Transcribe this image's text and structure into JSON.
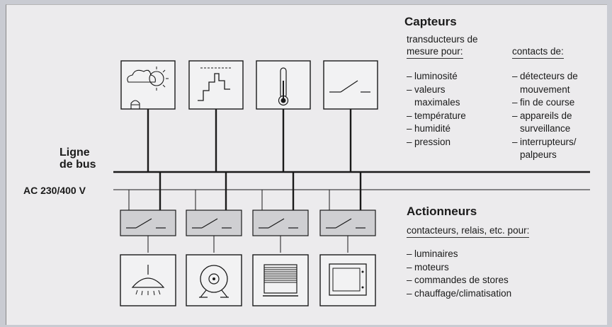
{
  "bus": {
    "line_label_1": "Ligne",
    "line_label_2": "de bus",
    "power_label": "AC 230/400 V"
  },
  "sensors": {
    "title": "Capteurs",
    "transducers_heading_1": "transducteurs de",
    "transducers_heading_2": "mesure pour:",
    "contacts_heading": "contacts de:",
    "transducers": [
      {
        "lines": [
          "luminosité"
        ]
      },
      {
        "lines": [
          "valeurs",
          "maximales"
        ]
      },
      {
        "lines": [
          "température"
        ]
      },
      {
        "lines": [
          "humidité"
        ]
      },
      {
        "lines": [
          "pression"
        ]
      }
    ],
    "contacts": [
      {
        "lines": [
          "détecteurs de",
          "mouvement"
        ]
      },
      {
        "lines": [
          "fin de course"
        ]
      },
      {
        "lines": [
          "appareils de",
          "surveillance"
        ]
      },
      {
        "lines": [
          "interrupteurs/",
          "palpeurs"
        ]
      }
    ],
    "icons": [
      "light-sun-icon",
      "max-value-icon",
      "thermometer-icon",
      "switch-contact-icon"
    ]
  },
  "actuators": {
    "title": "Actionneurs",
    "heading": "contacteurs, relais, etc. pour:",
    "items": [
      {
        "lines": [
          "luminaires"
        ]
      },
      {
        "lines": [
          "moteurs"
        ]
      },
      {
        "lines": [
          "commandes de stores"
        ]
      },
      {
        "lines": [
          "chauffage/climatisation"
        ]
      }
    ],
    "icons": [
      "lamp-icon",
      "motor-icon",
      "blinds-icon",
      "heater-icon"
    ]
  },
  "colors": {
    "panel": "#ecebed",
    "relay_box": "#cfcfd2",
    "line": "#1a1a1a"
  }
}
